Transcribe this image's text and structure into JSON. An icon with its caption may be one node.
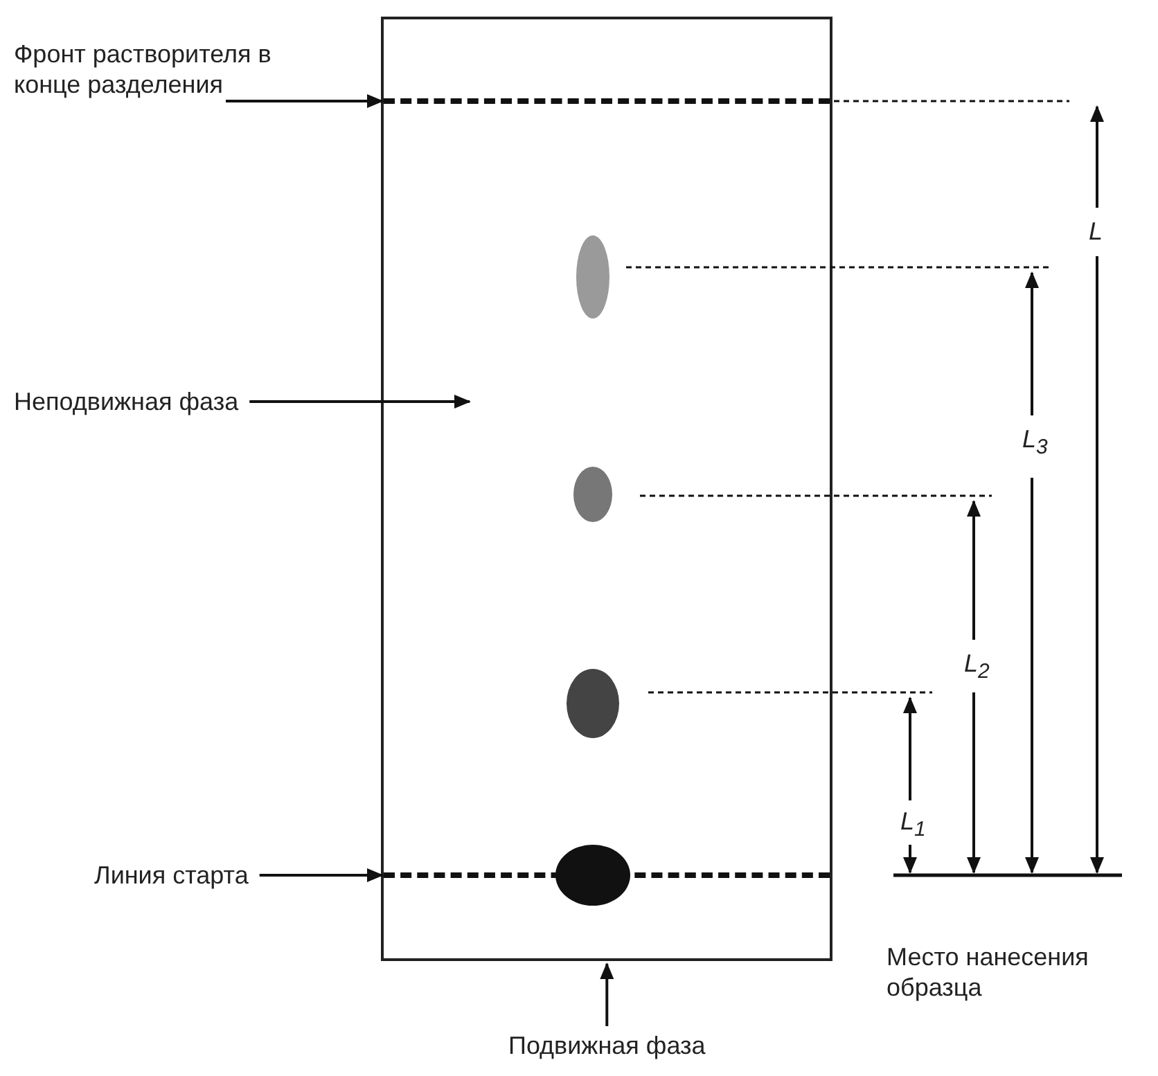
{
  "diagram": {
    "nodes": [
      {
        "text": [],
        "shape": "box"
      },
      {
        "text": [],
        "shape": "line",
        "in": 0
      },
      {
        "text": [],
        "shape": "ellipse",
        "in": 0
      },
      {
        "text": [],
        "shape": "ellipse",
        "in": 0
      },
      {
        "text": [],
        "shape": "ellipse",
        "in": 0
      },
      {
        "text": [],
        "shape": "ellipse",
        "in": 0
      },
      {
        "text": [],
        "shape": "line",
        "in": 0
      },
      {
        "text": [
          "Фронт растворителя в конце разделения"
        ]
      },
      {
        "text": [
          "Неподвижная фаза"
        ]
      },
      {
        "text": [
          "Линия старта"
        ]
      },
      {
        "text": [
          "Подвижная фаза"
        ]
      }
    ],
    "edges": [
      {
        "from": 7,
        "to": 1,
        "arrow": "to"
      },
      {
        "from": 8,
        "to": 0,
        "arrow": "to"
      },
      {
        "from": 9,
        "to": 6,
        "arrow": "to"
      },
      {
        "from": 10,
        "to": 0,
        "arrow": "to"
      }
    ],
    "labels": [
      "L",
      "L$_{3}$",
      "L$_{2}$",
      "L$_{1}$",
      "Место нанесения образца"
    ]
  }
}
